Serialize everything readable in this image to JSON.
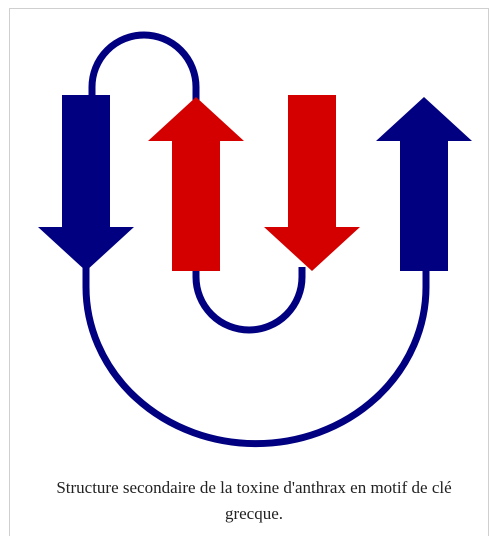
{
  "figure": {
    "caption": "Structure secondaire de la toxine d'anthrax en motif de clé grecque."
  },
  "colors": {
    "navy_strand": "#000080",
    "red_strand": "#d40000",
    "loop": "#000080",
    "frame_border": "#cfcfcf",
    "caption_text": "#222222"
  },
  "diagram": {
    "motif": "greek-key",
    "strands": [
      {
        "name": "strand-1",
        "color": "navy",
        "direction": "down"
      },
      {
        "name": "strand-2",
        "color": "red",
        "direction": "up"
      },
      {
        "name": "strand-3",
        "color": "red",
        "direction": "down"
      },
      {
        "name": "strand-4",
        "color": "navy",
        "direction": "up"
      }
    ],
    "loops": [
      {
        "name": "top-loop",
        "connects": [
          "strand-1",
          "strand-2"
        ]
      },
      {
        "name": "inner-loop",
        "connects": [
          "strand-2",
          "strand-3"
        ]
      },
      {
        "name": "outer-loop",
        "connects": [
          "strand-1",
          "strand-4"
        ]
      }
    ]
  }
}
